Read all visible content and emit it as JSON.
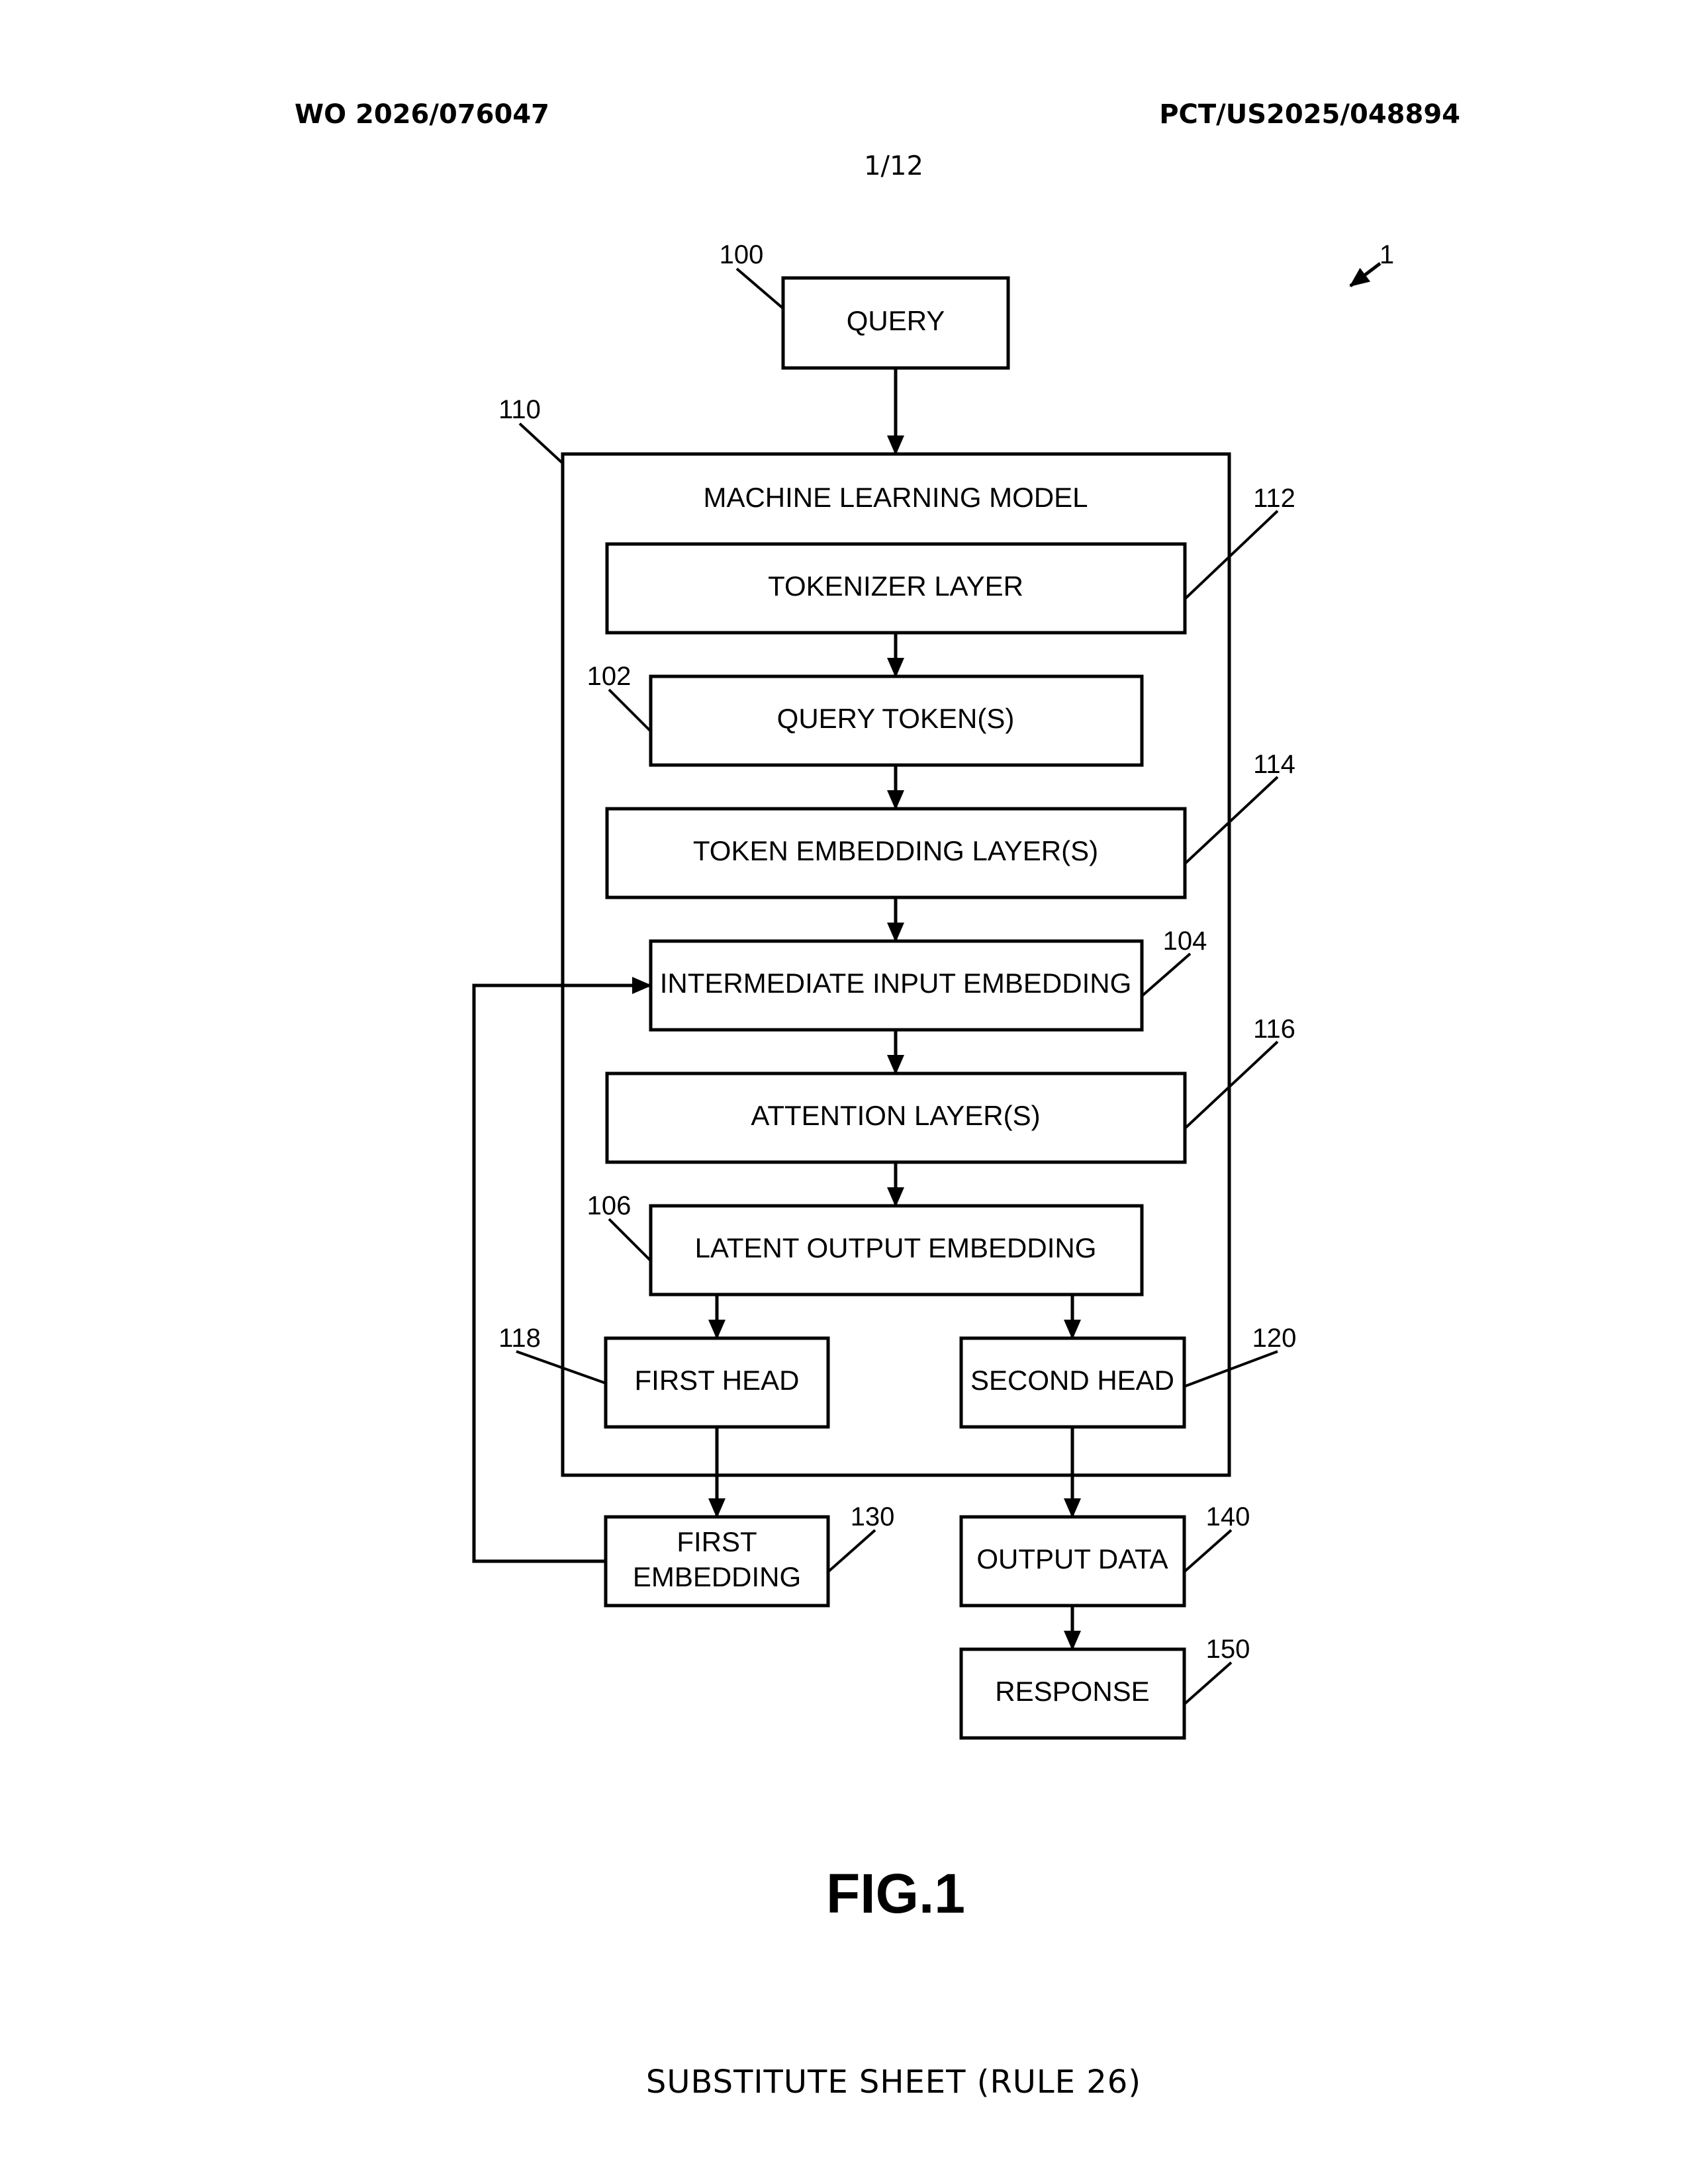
{
  "header": {
    "publication_number": "WO 2026/076047",
    "application_number": "PCT/US2025/048894",
    "sheet": "1/12"
  },
  "figure": {
    "label": "FIG.1",
    "reference": "1",
    "container": {
      "title": "MACHINE LEARNING MODEL",
      "ref": "110"
    },
    "nodes": {
      "query": {
        "label": "QUERY",
        "ref": "100"
      },
      "tokenizer": {
        "label": "TOKENIZER LAYER",
        "ref": "112"
      },
      "query_tokens": {
        "label": "QUERY TOKEN(S)",
        "ref": "102"
      },
      "token_embedding": {
        "label": "TOKEN EMBEDDING LAYER(S)",
        "ref": "114"
      },
      "intermediate": {
        "label": "INTERMEDIATE INPUT EMBEDDING",
        "ref": "104"
      },
      "attention": {
        "label": "ATTENTION LAYER(S)",
        "ref": "116"
      },
      "latent": {
        "label": "LATENT OUTPUT EMBEDDING",
        "ref": "106"
      },
      "first_head": {
        "label": "FIRST HEAD",
        "ref": "118"
      },
      "second_head": {
        "label": "SECOND HEAD",
        "ref": "120"
      },
      "first_embedding": {
        "label_line1": "FIRST",
        "label_line2": "EMBEDDING",
        "ref": "130"
      },
      "output_data": {
        "label": "OUTPUT DATA",
        "ref": "140"
      },
      "response": {
        "label": "RESPONSE",
        "ref": "150"
      }
    },
    "edges": [
      [
        "query",
        "machine_learning_model"
      ],
      [
        "tokenizer",
        "query_tokens"
      ],
      [
        "query_tokens",
        "token_embedding"
      ],
      [
        "token_embedding",
        "intermediate"
      ],
      [
        "intermediate",
        "attention"
      ],
      [
        "attention",
        "latent"
      ],
      [
        "latent",
        "first_head"
      ],
      [
        "latent",
        "second_head"
      ],
      [
        "first_head",
        "first_embedding"
      ],
      [
        "second_head",
        "output_data"
      ],
      [
        "output_data",
        "response"
      ],
      [
        "first_embedding",
        "intermediate"
      ]
    ]
  },
  "footer": "SUBSTITUTE SHEET (RULE 26)"
}
